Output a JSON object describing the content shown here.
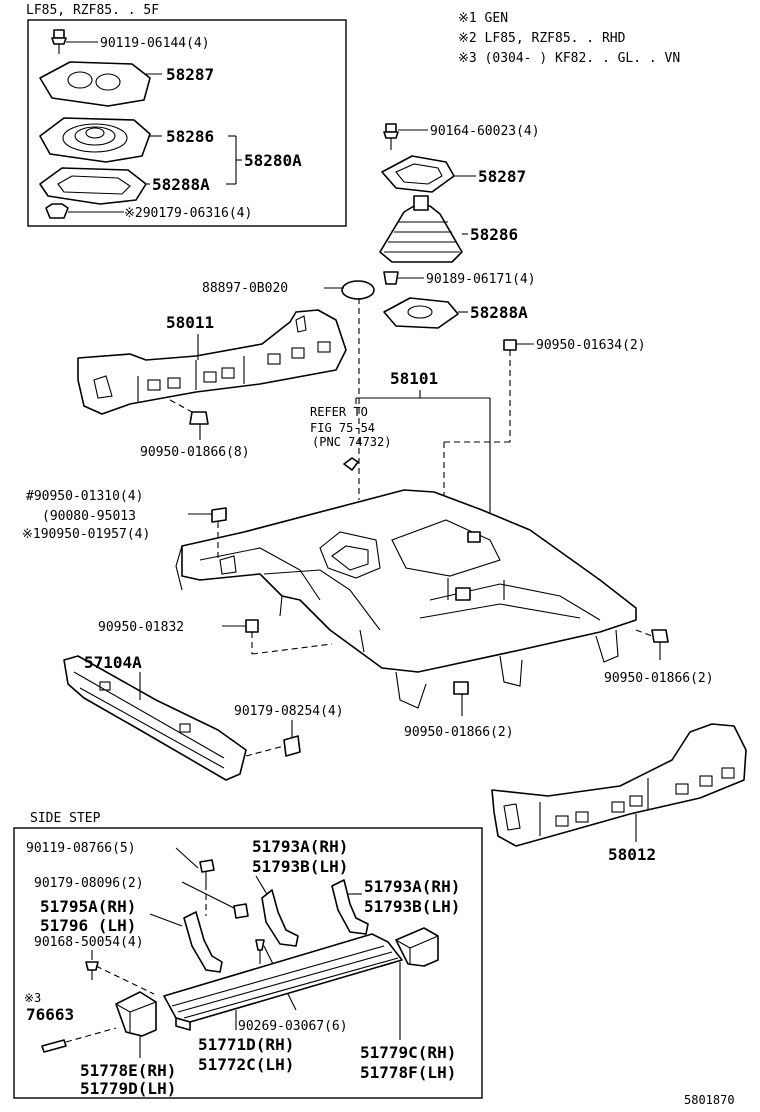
{
  "notes": {
    "n1": "※1 GEN",
    "n2": "※2 LF85, RZF85. . RHD",
    "n3": "※3 (0304-       ) KF82. . GL. . VN"
  },
  "inset_top": {
    "title": "LF85, RZF85. . 5F",
    "labels": {
      "a": "90119-06144(4)",
      "b": "58287",
      "c": "58286",
      "d": "58280A",
      "e": "58288A",
      "f": "※290179-06316(4)"
    }
  },
  "main": {
    "p90164": "90164-60023(4)",
    "p58287": "58287",
    "p58286": "58286",
    "p90189": "90189-06171(4)",
    "p88897": "88897-0B020",
    "p58288A": "58288A",
    "p58011": "58011",
    "p90950_01634": "90950-01634(2)",
    "p58101": "58101",
    "refer1": "REFER TO",
    "refer2": "FIG 75-54",
    "refer3": "(PNC 74732)",
    "p90950_01866_8": "90950-01866(8)",
    "p90950_01310": "#90950-01310(4)",
    "p90080": "(90080-95013",
    "p90950_01957": "※190950-01957(4)",
    "p90950_01832": "90950-01832",
    "p57104A": "57104A",
    "p90179_08254": "90179-08254(4)",
    "p90950_01866_2a": "90950-01866(2)",
    "p90950_01866_2b": "90950-01866(2)",
    "p58012": "58012"
  },
  "side_step": {
    "title": "SIDE STEP",
    "p90119_08766": "90119-08766(5)",
    "p90179_08096": "90179-08096(2)",
    "p51793A_rh_1": "51793A(RH)",
    "p51793B_lh_1": "51793B(LH)",
    "p51793A_rh_2": "51793A(RH)",
    "p51793B_lh_2": "51793B(LH)",
    "p51795A": "51795A(RH)",
    "p51796": "51796  (LH)",
    "p90168": "90168-50054(4)",
    "p_n3": "※3",
    "p76663": "76663",
    "p90269": "90269-03067(6)",
    "p51771D": "51771D(RH)",
    "p51772C": "51772C(LH)",
    "p51779C": "51779C(RH)",
    "p51778F": "51778F(LH)",
    "p51778E": "51778E(RH)",
    "p51779D": "51779D(LH)"
  },
  "figure_id": "5801870"
}
